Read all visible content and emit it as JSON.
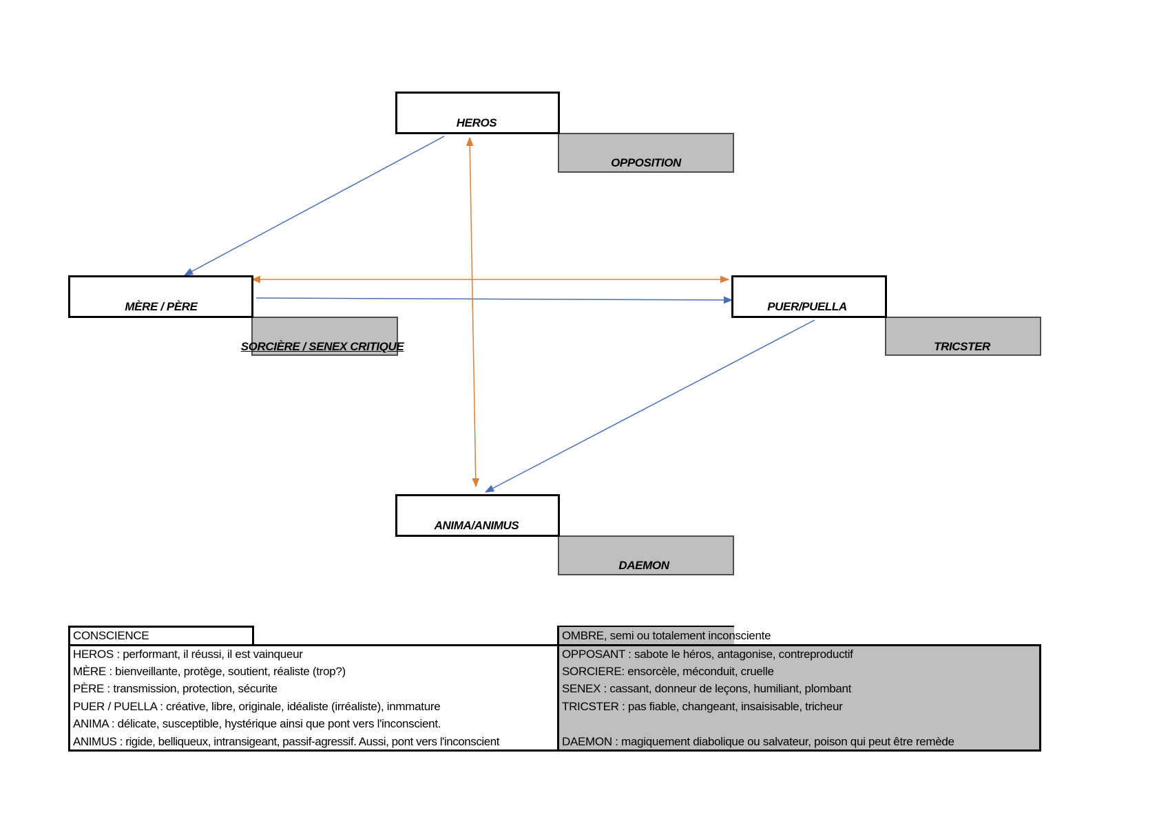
{
  "nodes": {
    "heros": "HEROS",
    "opposition": "OPPOSITION",
    "mere_pere": "MÈRE / PÈRE",
    "sorciere_senex": "SORCIÈRE / SENEX CRITIQUE",
    "puer_puella": "PUER/PUELLA",
    "tricster": "TRICSTER",
    "anima_animus": "ANIMA/ANIMUS",
    "daemon": "DAEMON"
  },
  "legend": {
    "conscience_header": "CONSCIENCE",
    "ombre_header": "OMBRE, semi ou totalement inconsciente",
    "left_rows": [
      "HEROS : performant, il réussi, il est vainqueur",
      "MÈRE : bienveillante, protège, soutient, réaliste (trop?)",
      "PÈRE : transmission, protection, sécurite",
      "PUER / PUELLA : créative, libre, originale, idéaliste (irréaliste), inmmature",
      "ANIMA : délicate, susceptible, hystérique ainsi que pont vers l'inconscient.",
      "ANIMUS : rigide, belliqueux, intransigeant, passif-agressif. Aussi, pont vers l'inconscient"
    ],
    "right_rows": [
      "OPPOSANT : sabote le héros, antagonise, contreproductif",
      "SORCIERE: ensorcèle, méconduit, cruelle",
      "SENEX : cassant, donneur de leçons, humiliant, plombant",
      "TRICSTER : pas fiable, changeant, insaisisable, tricheur",
      "",
      "DAEMON : magiquement diabolique ou salvateur, poison qui peut être remède"
    ]
  },
  "colors": {
    "blue_arrow": "#4a6fb5",
    "orange_arrow": "#d9813b",
    "shadow_fill": "#bfbfbf",
    "border": "#000000"
  }
}
